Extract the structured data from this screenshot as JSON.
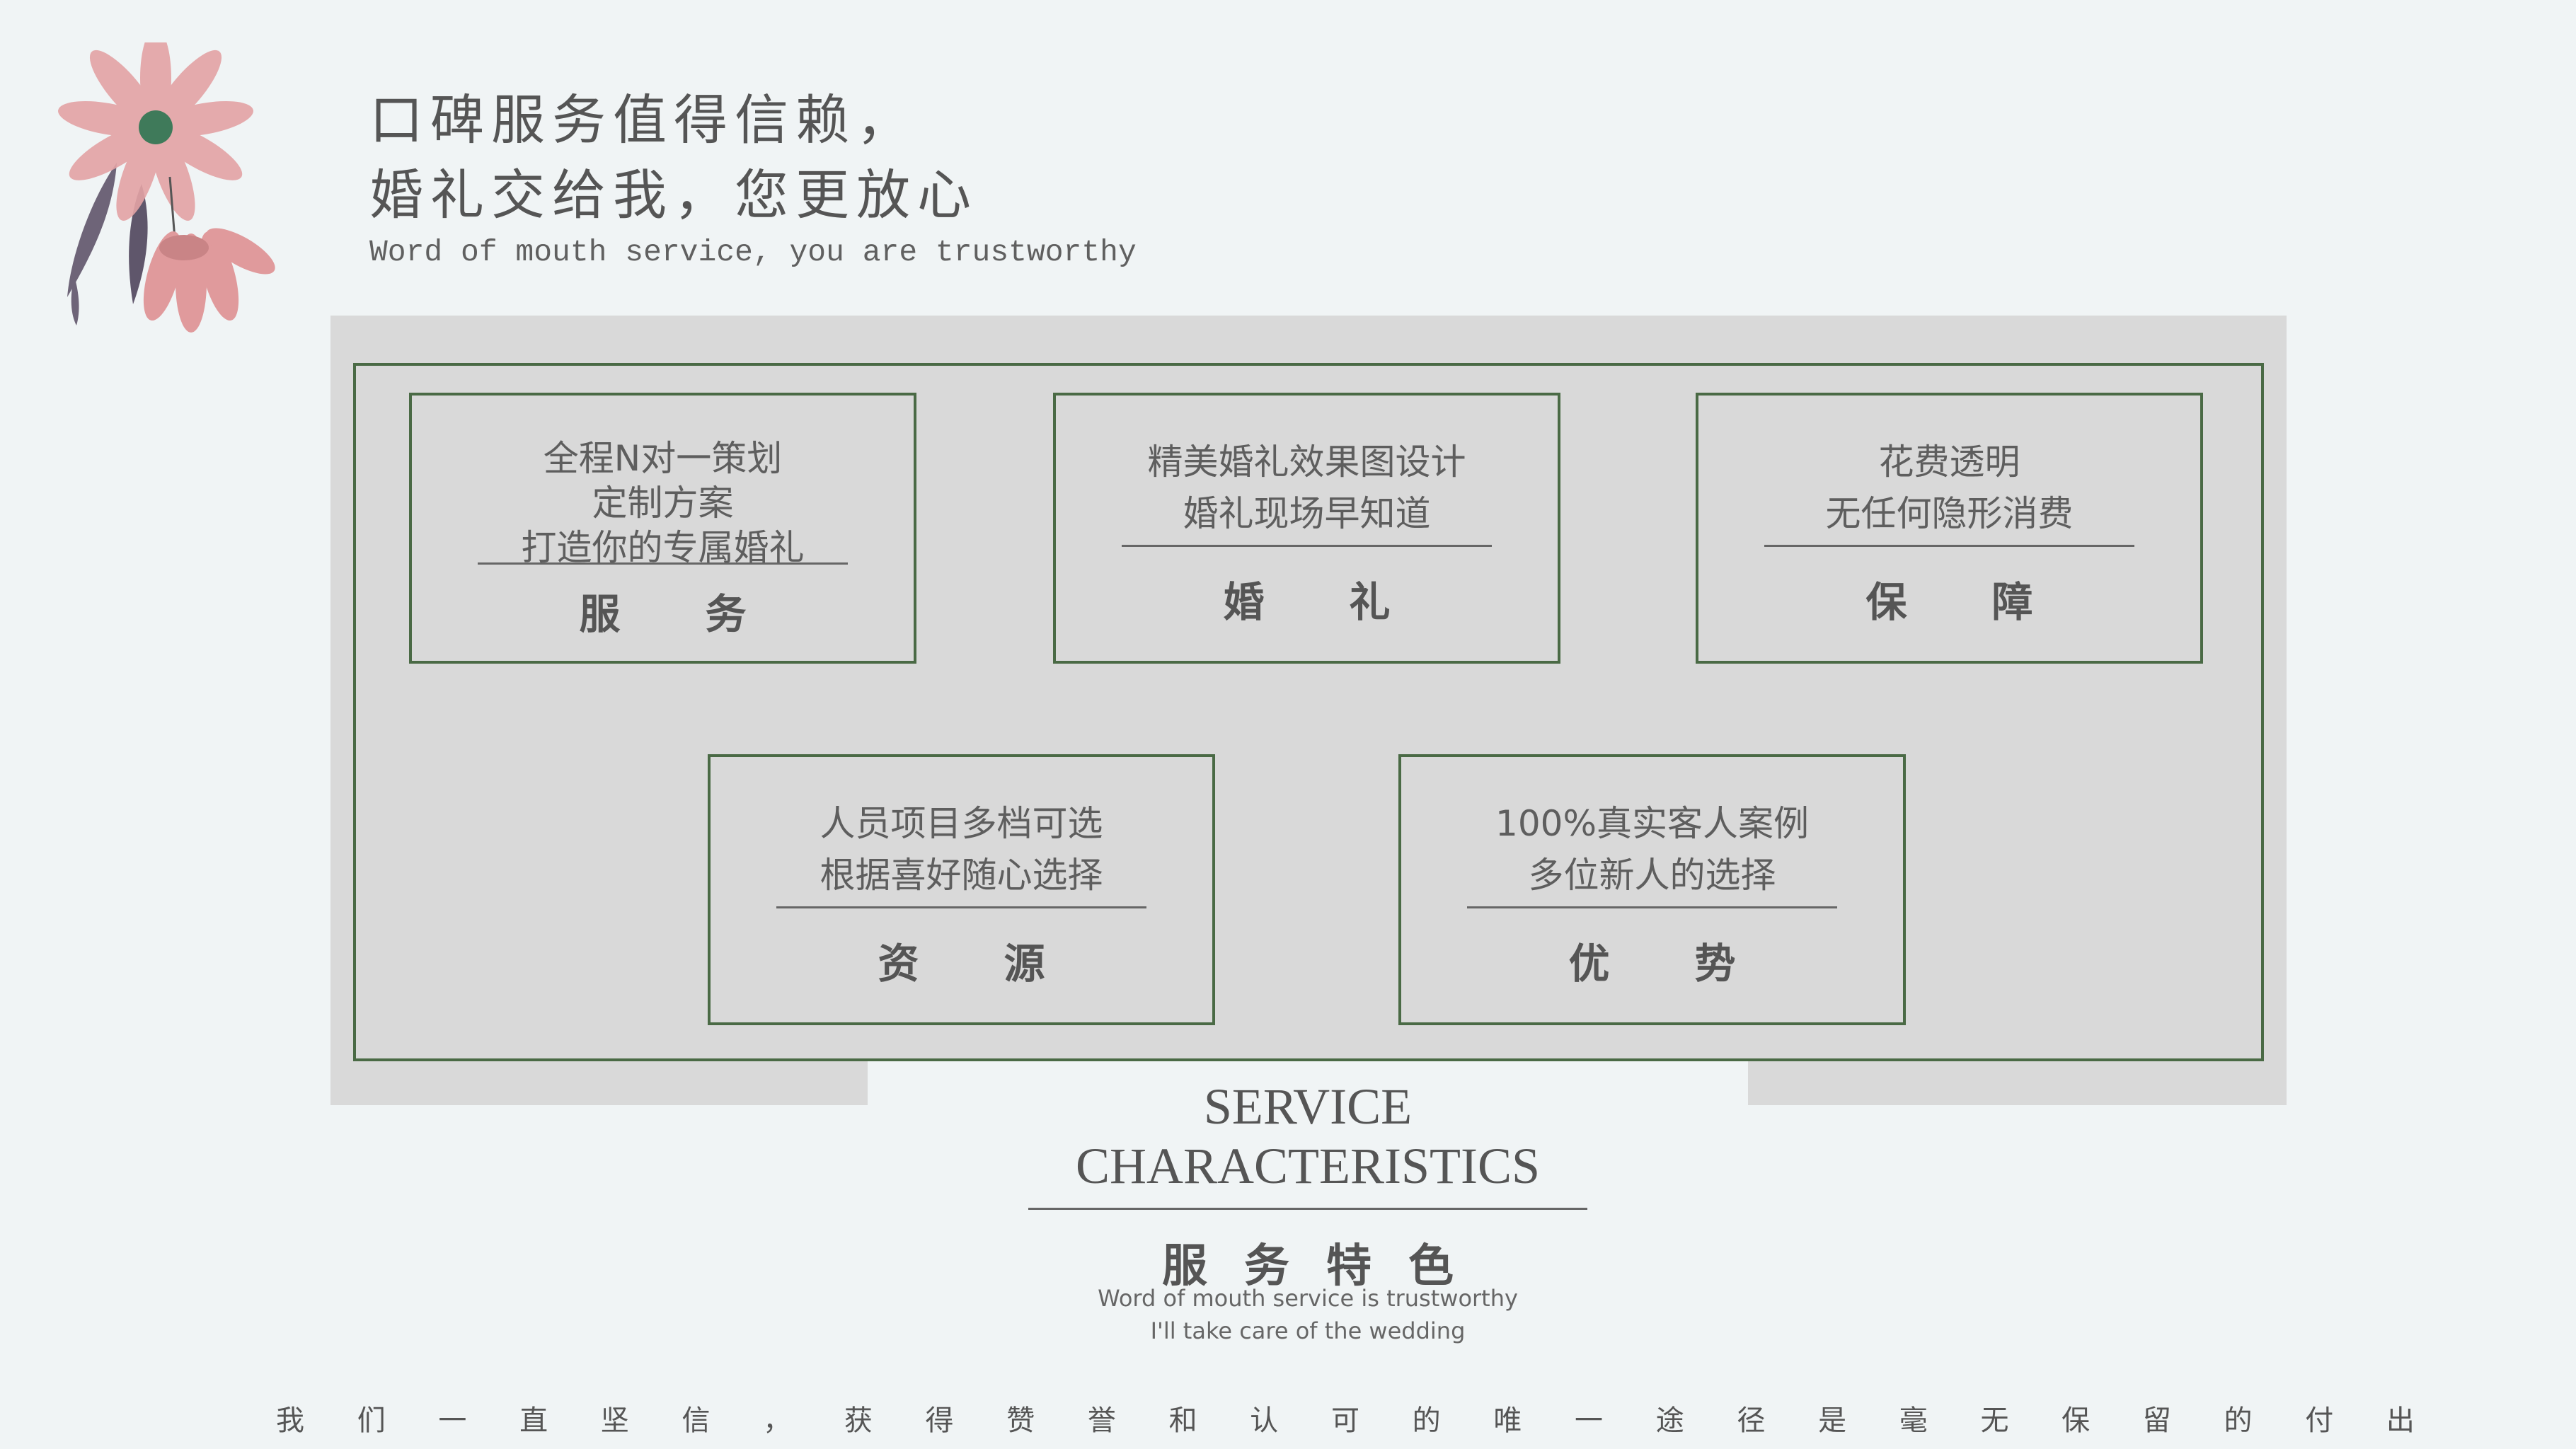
{
  "header": {
    "title_line1": "口碑服务值得信赖，",
    "title_line2": "婚礼交给我，您更放心",
    "subtitle": "Word of mouth service, you are trustworthy"
  },
  "cards": [
    {
      "lines": [
        "全程N对一策划",
        "定制方案",
        "打造你的专属婚礼"
      ],
      "label": [
        "服",
        "务"
      ]
    },
    {
      "lines": [
        "精美婚礼效果图设计",
        "婚礼现场早知道"
      ],
      "label": [
        "婚",
        "礼"
      ]
    },
    {
      "lines": [
        "花费透明",
        "无任何隐形消费"
      ],
      "label": [
        "保",
        "障"
      ]
    },
    {
      "lines": [
        "人员项目多档可选",
        "根据喜好随心选择"
      ],
      "label": [
        "资",
        "源"
      ]
    },
    {
      "lines": [
        "100%真实客人案例",
        "多位新人的选择"
      ],
      "label": [
        "优",
        "势"
      ]
    }
  ],
  "section": {
    "en_title_line1": "SERVICE",
    "en_title_line2": "CHARACTERISTICS",
    "cn_title": "服务特色",
    "tagline1": "Word of mouth service is trustworthy",
    "tagline2": "I'll take care of the wedding"
  },
  "motto": [
    "我",
    "们",
    "一",
    "直",
    "坚",
    "信",
    "，",
    "获",
    "得",
    "赞",
    "誉",
    "和",
    "认",
    "可",
    "的",
    "唯",
    "一",
    "途",
    "径",
    "是",
    "毫",
    "无",
    "保",
    "留",
    "的",
    "付",
    "出"
  ],
  "colors": {
    "background": "#f0f4f5",
    "panel": "#d9d9d9",
    "border": "#4a6a45",
    "text": "#595959"
  }
}
